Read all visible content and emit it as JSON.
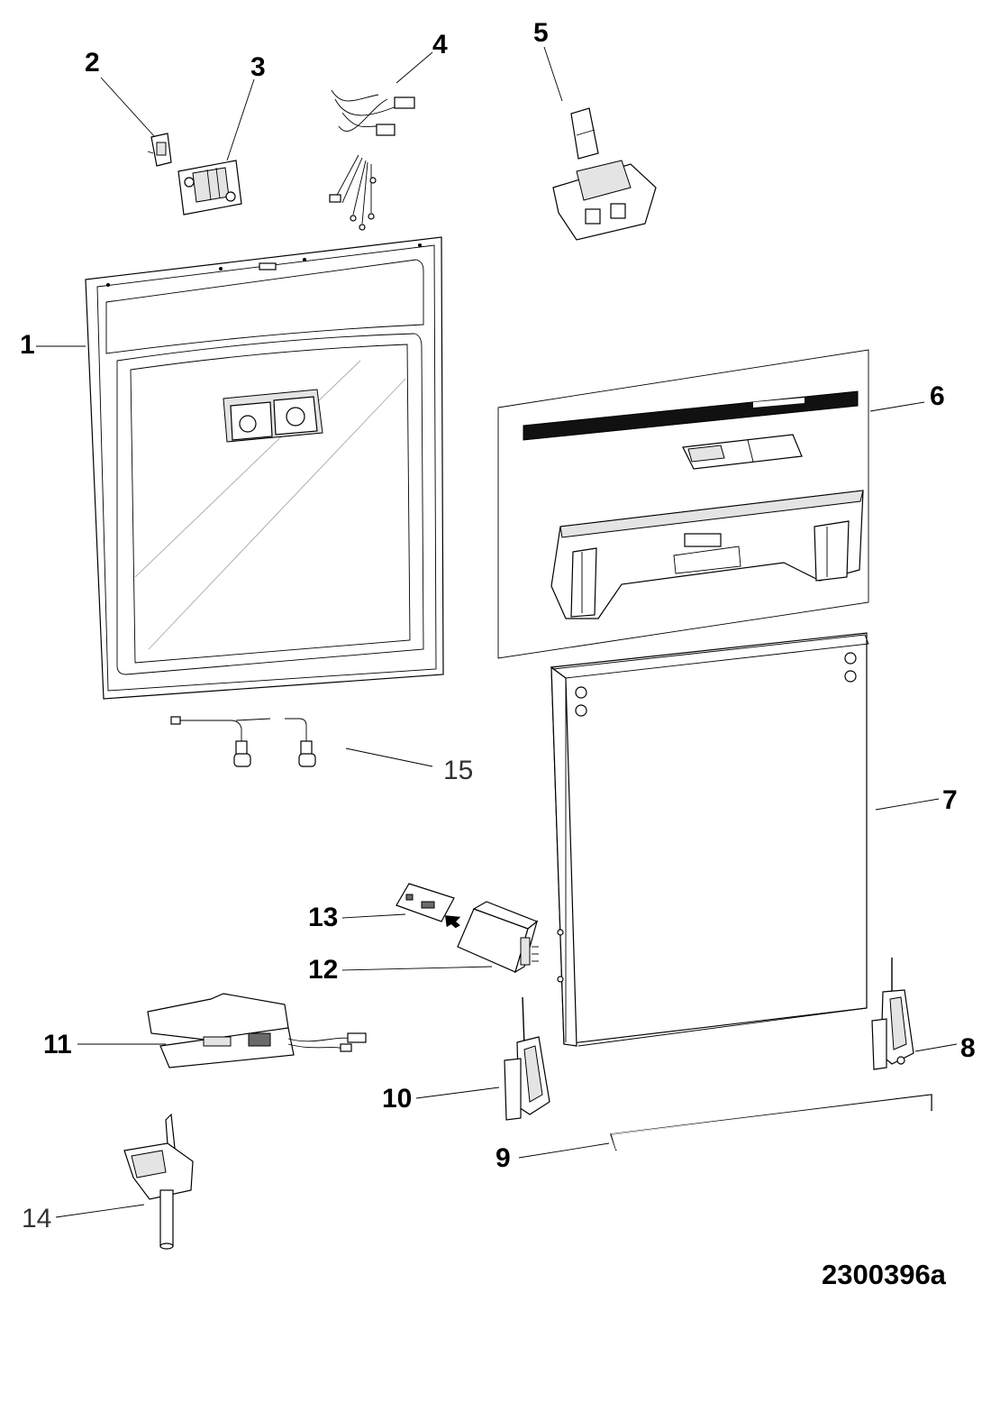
{
  "diagram_id": "2300396a",
  "labels": [
    {
      "id": "1",
      "text": "1",
      "style": "bold"
    },
    {
      "id": "2",
      "text": "2",
      "style": "bold"
    },
    {
      "id": "3",
      "text": "3",
      "style": "bold"
    },
    {
      "id": "4",
      "text": "4",
      "style": "bold"
    },
    {
      "id": "5",
      "text": "5",
      "style": "bold"
    },
    {
      "id": "6",
      "text": "6",
      "style": "bold"
    },
    {
      "id": "7",
      "text": "7",
      "style": "bold"
    },
    {
      "id": "8",
      "text": "8",
      "style": "bold"
    },
    {
      "id": "9",
      "text": "9",
      "style": "bold"
    },
    {
      "id": "10",
      "text": "10",
      "style": "bold"
    },
    {
      "id": "11",
      "text": "11",
      "style": "bold"
    },
    {
      "id": "12",
      "text": "12",
      "style": "bold"
    },
    {
      "id": "13",
      "text": "13",
      "style": "bold"
    },
    {
      "id": "14",
      "text": "14",
      "style": "light"
    },
    {
      "id": "15",
      "text": "15",
      "style": "light"
    }
  ]
}
